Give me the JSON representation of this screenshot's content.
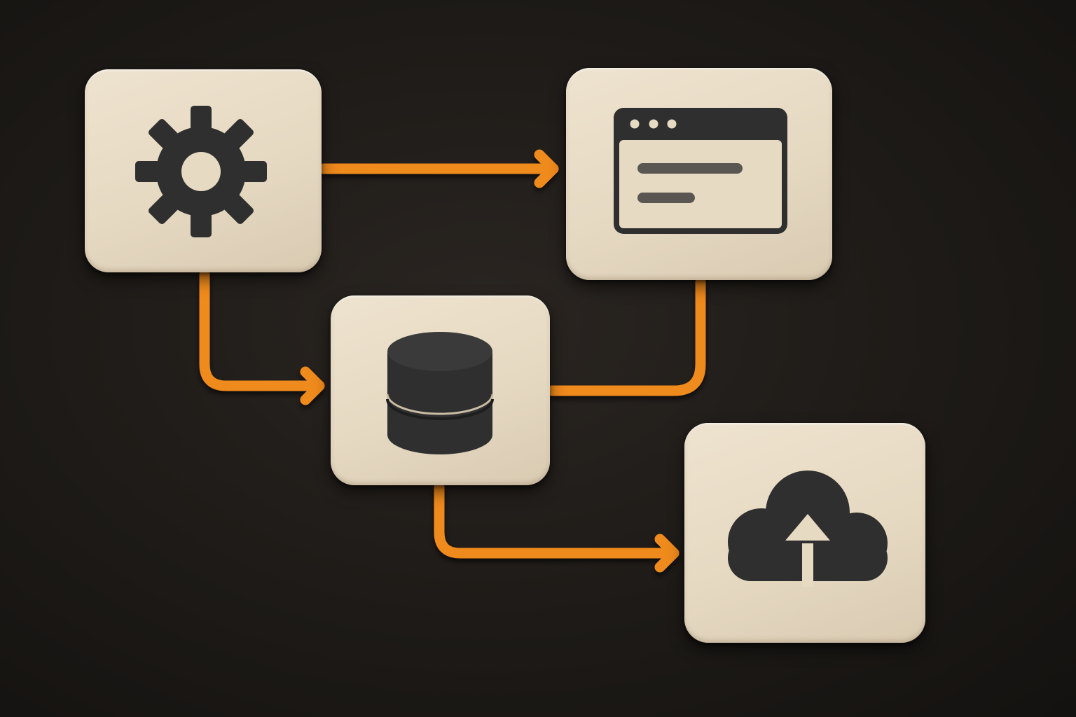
{
  "colors": {
    "background": "#1d1a17",
    "tile": "#e8dcc6",
    "icon": "#2f2f2f",
    "connector": "#ef8a1d"
  },
  "nodes": [
    {
      "id": "settings",
      "icon": "gear-icon"
    },
    {
      "id": "app",
      "icon": "app-window-icon"
    },
    {
      "id": "database",
      "icon": "database-icon"
    },
    {
      "id": "cloud",
      "icon": "cloud-upload-icon"
    }
  ],
  "edges": [
    {
      "from": "settings",
      "to": "app",
      "arrow": true
    },
    {
      "from": "settings",
      "to": "database",
      "arrow": true
    },
    {
      "from": "app",
      "to": "database",
      "arrow": false
    },
    {
      "from": "database",
      "to": "cloud",
      "arrow": true
    }
  ]
}
